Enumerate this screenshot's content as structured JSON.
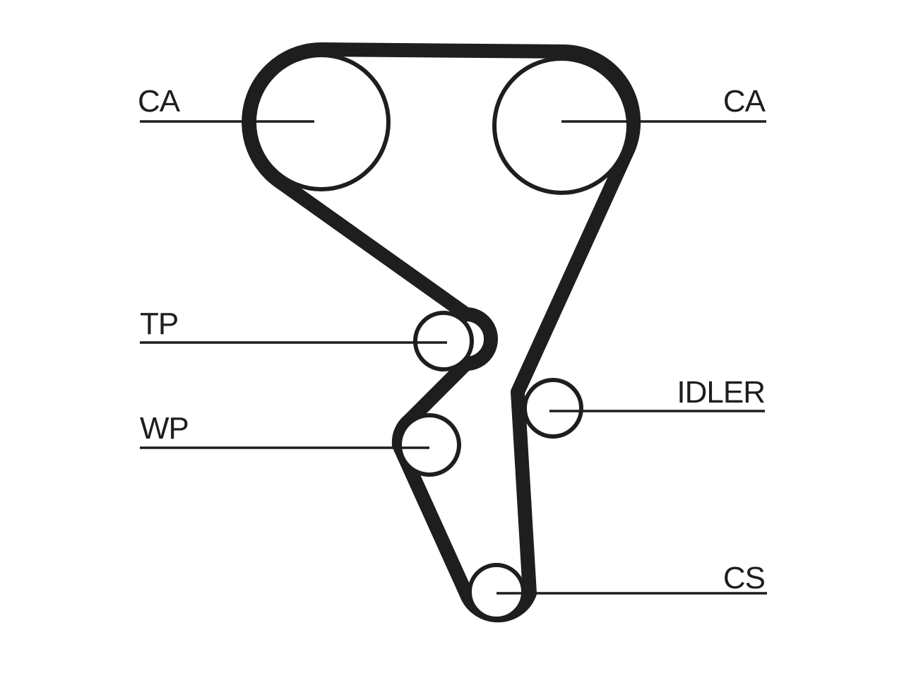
{
  "labels": {
    "cam_left": "CA",
    "cam_right": "CA",
    "tensioner": "TP",
    "water_pump": "WP",
    "idler": "IDLER",
    "crankshaft": "CS"
  },
  "colors": {
    "line": "#1e1e1e",
    "background": "#ffffff"
  }
}
